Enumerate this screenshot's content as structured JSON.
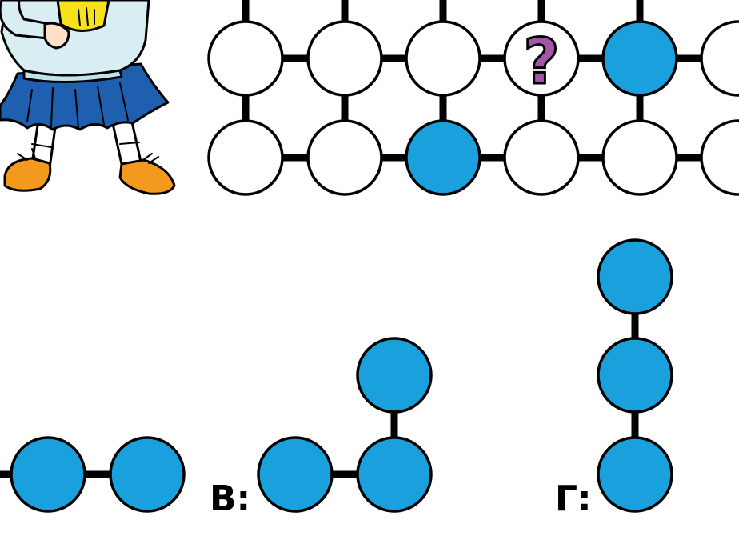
{
  "puzzle": {
    "question_mark": "?",
    "colors": {
      "filled": "#1aa0dc",
      "empty": "#ffffff",
      "stroke": "#000000",
      "question": "#a356a6"
    },
    "grid_top_row": [
      "empty",
      "empty",
      "empty",
      "question",
      "filled",
      "empty"
    ],
    "grid_bottom_row": [
      "empty",
      "empty",
      "filled",
      "empty",
      "empty",
      "empty"
    ]
  },
  "options": [
    {
      "label": "",
      "shape": "horizontal-pair"
    },
    {
      "label": "В:",
      "shape": "corner"
    },
    {
      "label": "Г:",
      "shape": "vertical-triple"
    }
  ],
  "illustration": {
    "name": "cartoon-girl",
    "colors": {
      "skirt": "#1e5fb0",
      "sweater": "#d8eef3",
      "shoes": "#f39a1e",
      "badge": "#f6e21a"
    }
  }
}
